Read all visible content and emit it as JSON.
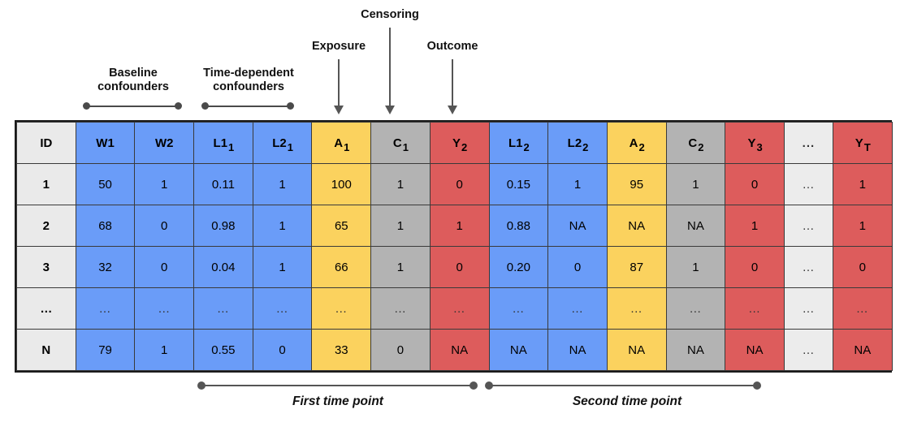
{
  "annotations": {
    "top": [
      {
        "name": "baseline-confounders",
        "label": "Baseline\nconfounders",
        "kind": "bracket"
      },
      {
        "name": "time-dependent-confounders",
        "label": "Time-dependent\nconfounders",
        "kind": "bracket"
      },
      {
        "name": "exposure",
        "label": "Exposure",
        "kind": "arrow"
      },
      {
        "name": "censoring",
        "label": "Censoring",
        "kind": "arrow"
      },
      {
        "name": "outcome",
        "label": "Outcome",
        "kind": "arrow"
      }
    ],
    "bottom": [
      {
        "name": "first-time-point",
        "label": "First time point"
      },
      {
        "name": "second-time-point",
        "label": "Second time point"
      }
    ]
  },
  "table": {
    "columns": [
      {
        "key": "id",
        "base": "ID",
        "sub": "",
        "color": "id"
      },
      {
        "key": "w1",
        "base": "W1",
        "sub": "",
        "color": "blue"
      },
      {
        "key": "w2",
        "base": "W2",
        "sub": "",
        "color": "blue"
      },
      {
        "key": "l11",
        "base": "L1",
        "sub": "1",
        "color": "blue"
      },
      {
        "key": "l21",
        "base": "L2",
        "sub": "1",
        "color": "blue"
      },
      {
        "key": "a1",
        "base": "A",
        "sub": "1",
        "color": "gold"
      },
      {
        "key": "c1",
        "base": "C",
        "sub": "1",
        "color": "gray"
      },
      {
        "key": "y2",
        "base": "Y",
        "sub": "2",
        "color": "red"
      },
      {
        "key": "l12",
        "base": "L1",
        "sub": "2",
        "color": "blue"
      },
      {
        "key": "l22",
        "base": "L2",
        "sub": "2",
        "color": "blue"
      },
      {
        "key": "a2",
        "base": "A",
        "sub": "2",
        "color": "gold"
      },
      {
        "key": "c2",
        "base": "C",
        "sub": "2",
        "color": "gray"
      },
      {
        "key": "y3",
        "base": "Y",
        "sub": "3",
        "color": "red"
      },
      {
        "key": "gap",
        "base": "...",
        "sub": "",
        "color": "pale"
      },
      {
        "key": "yt",
        "base": "Y",
        "sub": "T",
        "color": "red"
      }
    ],
    "rows": [
      {
        "id": "1",
        "cells": [
          "50",
          "1",
          "0.11",
          "1",
          "100",
          "1",
          "0",
          "0.15",
          "1",
          "95",
          "1",
          "0",
          "…",
          "1"
        ]
      },
      {
        "id": "2",
        "cells": [
          "68",
          "0",
          "0.98",
          "1",
          "65",
          "1",
          "1",
          "0.88",
          "NA",
          "NA",
          "NA",
          "1",
          "…",
          "1"
        ]
      },
      {
        "id": "3",
        "cells": [
          "32",
          "0",
          "0.04",
          "1",
          "66",
          "1",
          "0",
          "0.20",
          "0",
          "87",
          "1",
          "0",
          "…",
          "0"
        ]
      },
      {
        "id": "…",
        "cells": [
          "…",
          "…",
          "…",
          "…",
          "…",
          "…",
          "…",
          "…",
          "…",
          "…",
          "…",
          "…",
          "…",
          "…"
        ]
      },
      {
        "id": "N",
        "cells": [
          "79",
          "1",
          "0.55",
          "0",
          "33",
          "0",
          "NA",
          "NA",
          "NA",
          "NA",
          "NA",
          "NA",
          "…",
          "NA"
        ]
      }
    ]
  },
  "colors": {
    "blue": "#6a9cf8",
    "gold": "#fbd25e",
    "gray": "#b3b3b3",
    "red": "#dd5c5c",
    "id": "#eaeaea",
    "pale": "#ececec",
    "border": "#3a3a3a",
    "annotation": "#555555"
  }
}
